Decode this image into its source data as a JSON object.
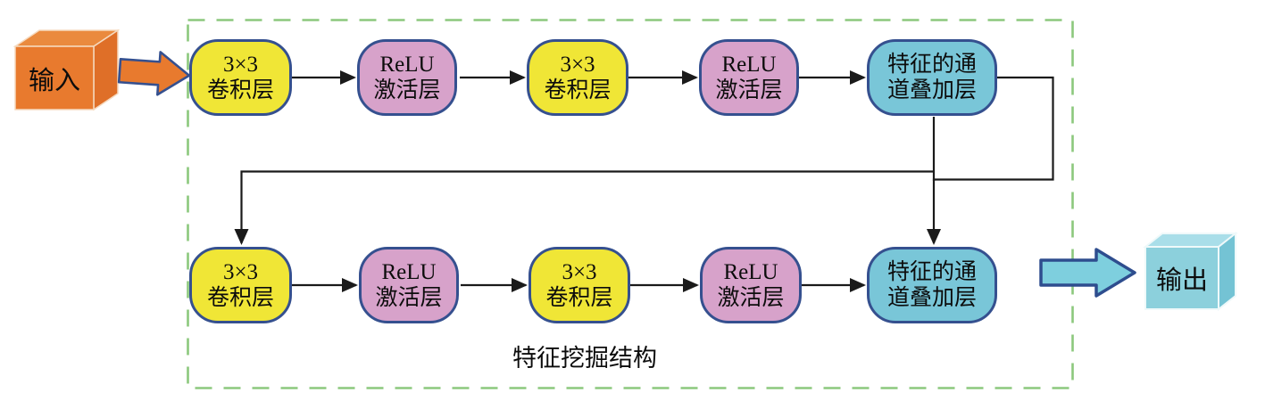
{
  "diagram": {
    "box_label": "特征挖掘结构",
    "input": {
      "label": "输入"
    },
    "output": {
      "label": "输出"
    },
    "rows": [
      {
        "blocks": [
          {
            "type": "conv",
            "label": "3×3\n卷积层"
          },
          {
            "type": "relu",
            "label": "ReLU\n激活层"
          },
          {
            "type": "conv",
            "label": "3×3\n卷积层"
          },
          {
            "type": "relu",
            "label": "ReLU\n激活层"
          },
          {
            "type": "concat",
            "label": "特征的通\n道叠加层"
          }
        ]
      },
      {
        "blocks": [
          {
            "type": "conv",
            "label": "3×3\n卷积层"
          },
          {
            "type": "relu",
            "label": "ReLU\n激活层"
          },
          {
            "type": "conv",
            "label": "3×3\n卷积层"
          },
          {
            "type": "relu",
            "label": "ReLU\n激活层"
          },
          {
            "type": "concat",
            "label": "特征的通\n道叠加层"
          }
        ]
      }
    ],
    "colors": {
      "conv_fill": "#F0E636",
      "relu_fill": "#D7A2CA",
      "concat_fill": "#79C6D8",
      "block_border": "#35508F",
      "input_cube": "#E87A2E",
      "output_cube": "#8CD0DC",
      "input_arrow": "#E87A2E",
      "output_arrow": "#7ECFDE",
      "flow_line": "#1A1A1A",
      "boundary_dash": "#8CC87D"
    }
  }
}
